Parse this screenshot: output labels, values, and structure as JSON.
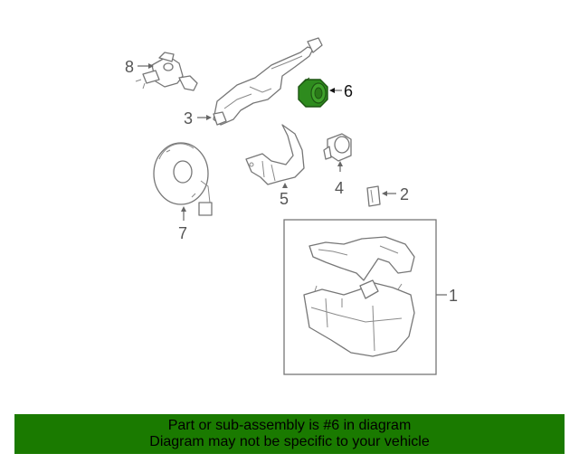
{
  "diagram": {
    "callouts": {
      "c1": "1",
      "c2": "2",
      "c3": "3",
      "c4": "4",
      "c5": "5",
      "c6": "6",
      "c7": "7",
      "c8": "8"
    },
    "highlight_color": "#2e8b1e"
  },
  "banner": {
    "line1": "Part or sub-assembly is #6 in diagram",
    "line2": "Diagram may not be specific to your vehicle",
    "background": "#1a7a00"
  }
}
